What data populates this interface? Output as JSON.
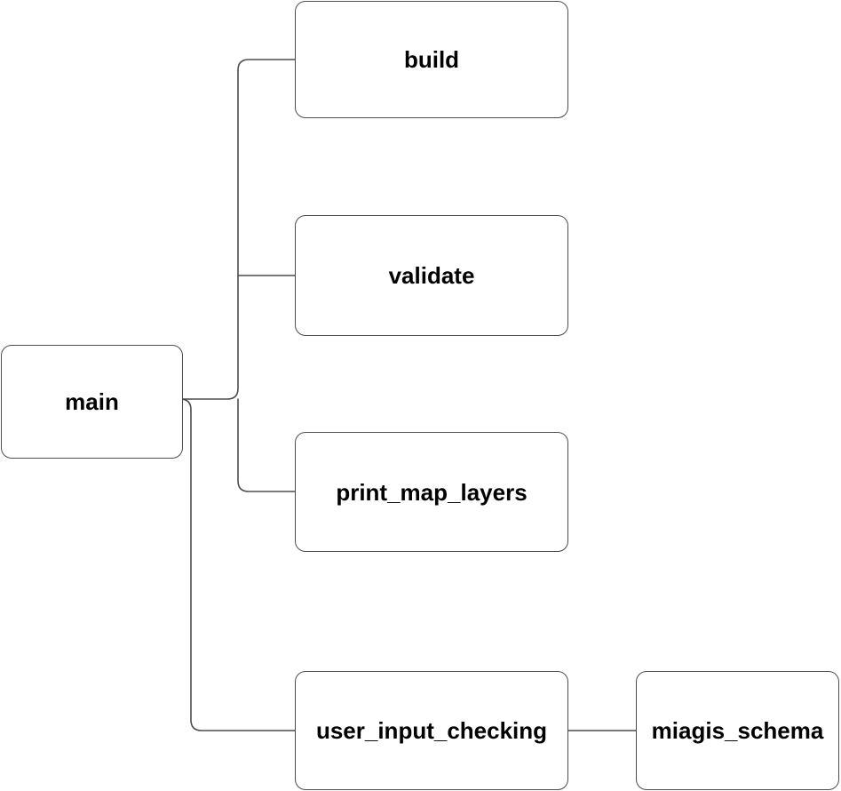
{
  "diagram": {
    "type": "call-graph",
    "orientation": "left-to-right",
    "background_color": "#ffffff",
    "node_border_color": "#4d4d4d",
    "node_fill_color": "#ffffff",
    "edge_color": "#4d4d4d",
    "label_color": "#000000",
    "nodes": [
      {
        "id": "main",
        "label": "main"
      },
      {
        "id": "build",
        "label": "build"
      },
      {
        "id": "validate",
        "label": "validate"
      },
      {
        "id": "print_map_layers",
        "label": "print_map_layers"
      },
      {
        "id": "user_input_checking",
        "label": "user_input_checking"
      },
      {
        "id": "miagis_schema",
        "label": "miagis_schema"
      }
    ],
    "edges": [
      {
        "from": "main",
        "to": "build"
      },
      {
        "from": "main",
        "to": "validate"
      },
      {
        "from": "main",
        "to": "print_map_layers"
      },
      {
        "from": "main",
        "to": "user_input_checking"
      },
      {
        "from": "user_input_checking",
        "to": "miagis_schema"
      }
    ]
  }
}
